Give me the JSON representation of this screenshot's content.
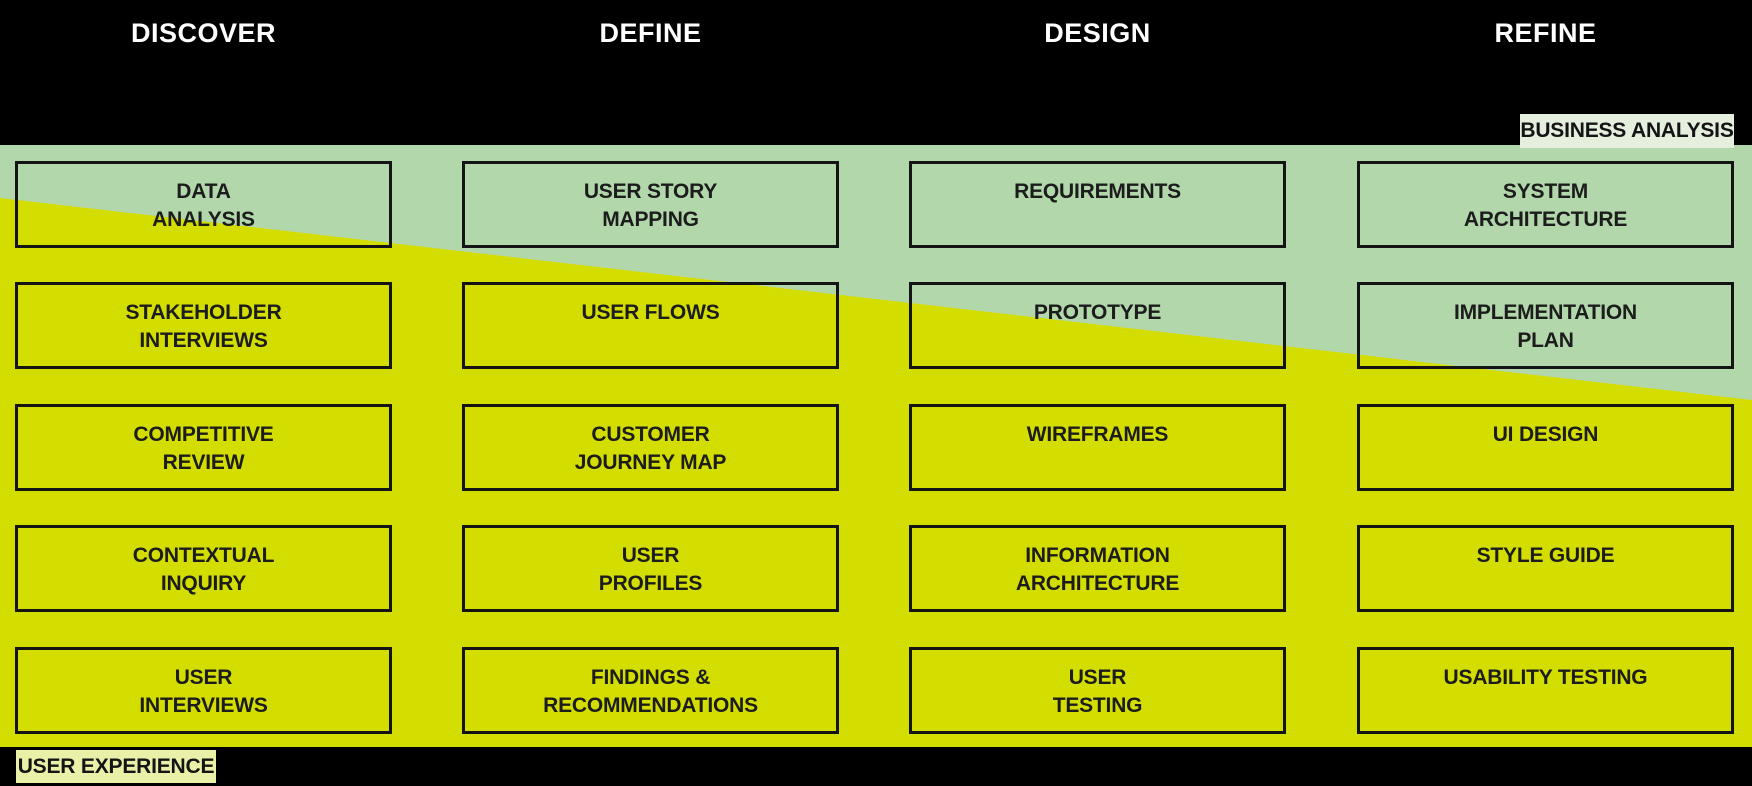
{
  "header": {
    "columns": [
      {
        "label": "DISCOVER"
      },
      {
        "label": "DEFINE"
      },
      {
        "label": "DESIGN"
      },
      {
        "label": "REFINE"
      }
    ]
  },
  "overlays": {
    "business_analysis": "BUSINESS ANALYSIS",
    "user_experience": "USER EXPERIENCE"
  },
  "grid": {
    "columns": [
      {
        "phase": "DISCOVER",
        "items": [
          {
            "label": "DATA\nANALYSIS"
          },
          {
            "label": "STAKEHOLDER\nINTERVIEWS"
          },
          {
            "label": "COMPETITIVE\nREVIEW"
          },
          {
            "label": "CONTEXTUAL\nINQUIRY"
          },
          {
            "label": "USER\nINTERVIEWS"
          }
        ]
      },
      {
        "phase": "DEFINE",
        "items": [
          {
            "label": "USER STORY\nMAPPING"
          },
          {
            "label": "USER FLOWS"
          },
          {
            "label": "CUSTOMER\nJOURNEY MAP"
          },
          {
            "label": "USER\nPROFILES"
          },
          {
            "label": "FINDINGS &\nRECOMMENDATIONS"
          }
        ]
      },
      {
        "phase": "DESIGN",
        "items": [
          {
            "label": "REQUIREMENTS"
          },
          {
            "label": "PROTOTYPE"
          },
          {
            "label": "WIREFRAMES"
          },
          {
            "label": "INFORMATION\nARCHITECTURE"
          },
          {
            "label": "USER\nTESTING"
          }
        ]
      },
      {
        "phase": "REFINE",
        "items": [
          {
            "label": "SYSTEM\nARCHITECTURE"
          },
          {
            "label": "IMPLEMENTATION\nPLAN"
          },
          {
            "label": "UI DESIGN"
          },
          {
            "label": "STYLE GUIDE"
          },
          {
            "label": "USABILITY TESTING"
          }
        ]
      }
    ]
  },
  "colors": {
    "background_black": "#000000",
    "business_analysis_green": "#b2d7ab",
    "user_experience_yellow": "#d3de00",
    "business_tag_bg": "#e4efde",
    "user_tag_bg": "#eaf0a8",
    "title_text": "#ffffff",
    "box_border": "#141414",
    "box_text": "#1c1c1c"
  }
}
